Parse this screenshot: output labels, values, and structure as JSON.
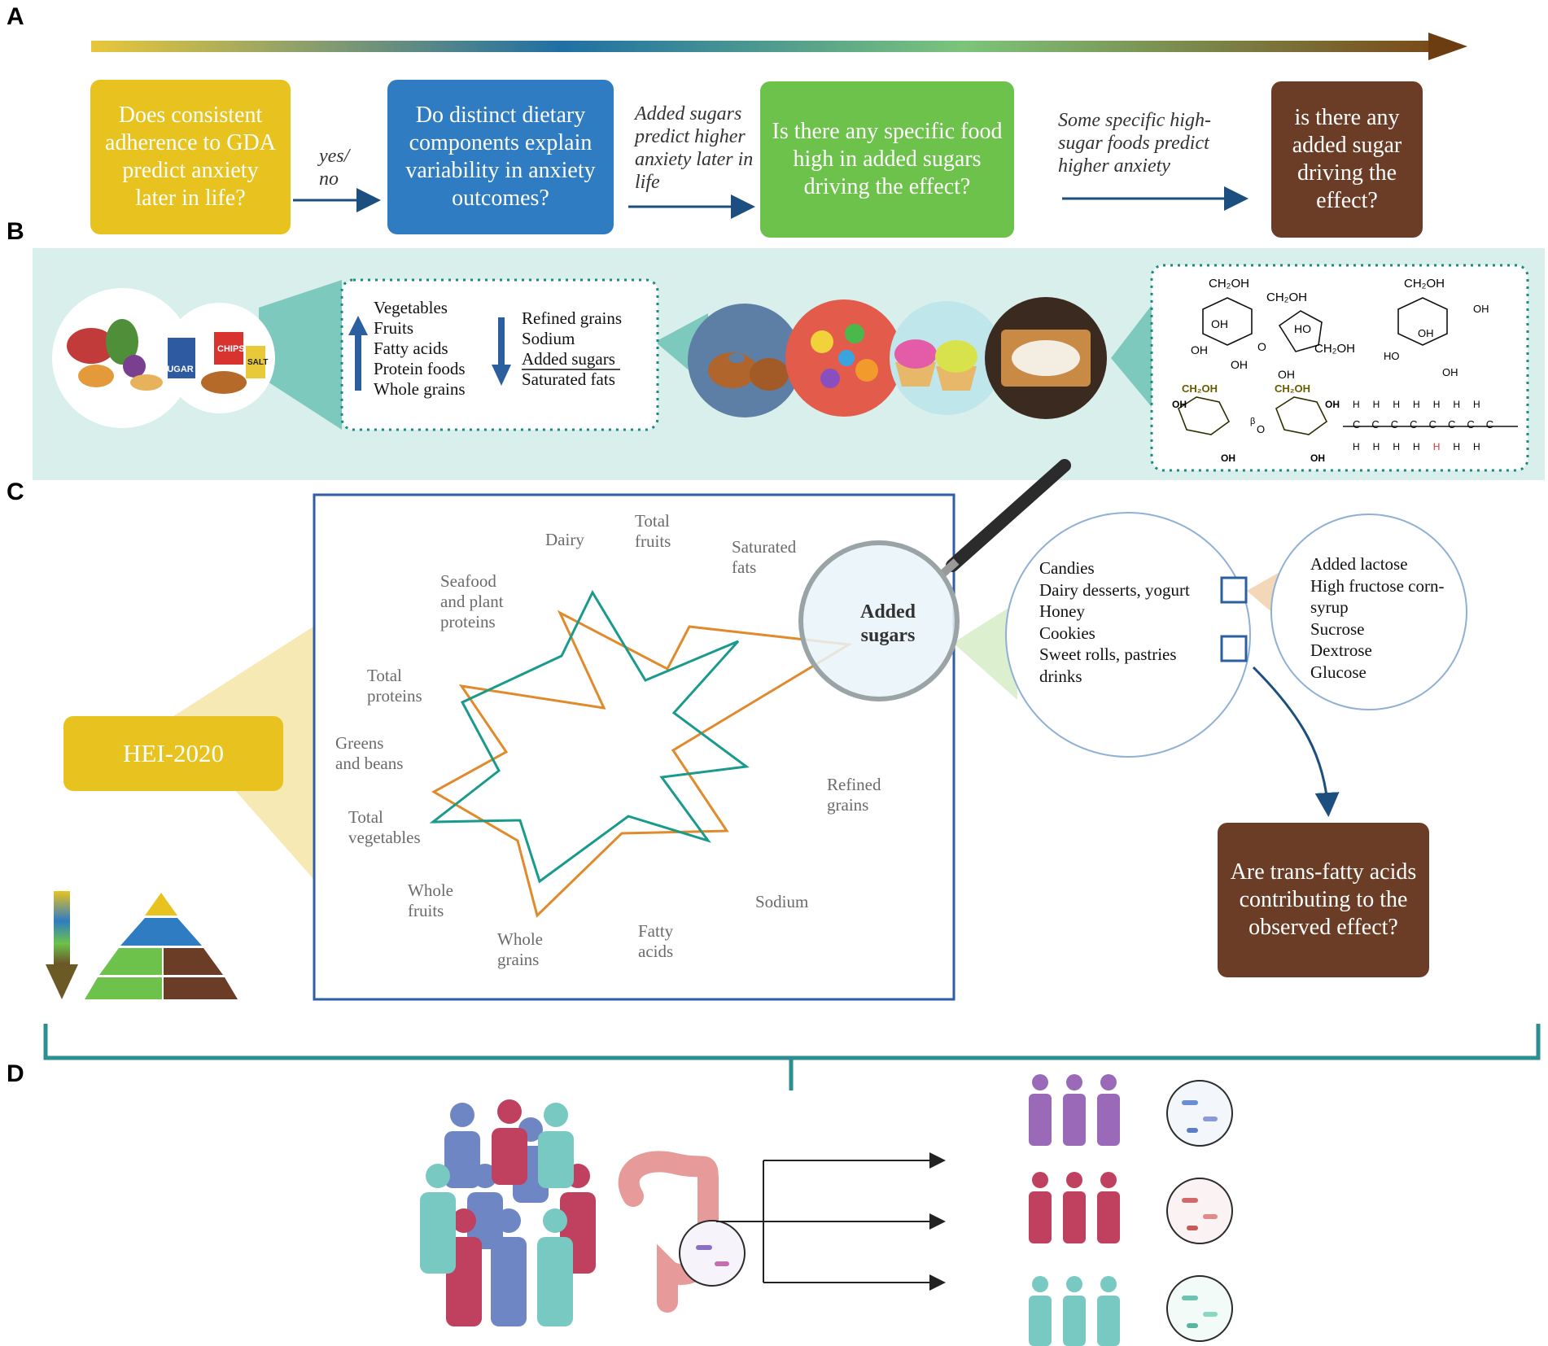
{
  "panels": {
    "a": "A",
    "b": "B",
    "c": "C",
    "d": "D"
  },
  "panel_a": {
    "q1": "Does consistent adherence to GDA predict anxiety later in life?",
    "link1": "yes/ no",
    "q2": "Do distinct dietary components explain variability in anxiety outcomes?",
    "link2": "Added sugars predict higher anxiety later in life",
    "q3": "Is there any specific food high in added sugars driving the effect?",
    "link3": "Some specific high-sugar foods predict higher anxiety",
    "q4": "is there any added sugar driving the effect?",
    "colors": {
      "q1": "#e8c31f",
      "q2": "#2f7cc2",
      "q3": "#6cc24a",
      "q4": "#6b3d26"
    }
  },
  "panel_b": {
    "up_items": [
      "Vegetables",
      "Fruits",
      "Fatty acids",
      "Protein foods",
      "Whole grains"
    ],
    "down_items": [
      "Refined grains",
      "Sodium",
      "Added sugars",
      "Saturated fats"
    ],
    "food_labels": [
      "SUGAR",
      "CHIPS",
      "SALT"
    ],
    "chem": [
      "CH₂OH",
      "OH",
      "HO",
      "O",
      "H",
      "C",
      "β"
    ]
  },
  "panel_c": {
    "hei": "HEI-2020",
    "radar_labels": {
      "dairy": "Dairy",
      "total_fruits": "Total\nfruits",
      "saturated_fats": "Saturated\nfats",
      "seafood": "Seafood\nand plant\nproteins",
      "total_proteins": "Total\nproteins",
      "greens": "Greens\nand beans",
      "total_veg": "Total\nvegetables",
      "whole_fruits": "Whole\nfruits",
      "whole_grains": "Whole\ngrains",
      "fatty_acids": "Fatty\nacids",
      "sodium": "Sodium",
      "refined_grains": "Refined\ngrains"
    },
    "magnifier_label": "Added\nsugars",
    "foods": [
      "Candies",
      "Dairy desserts, yogurt",
      "Honey",
      "Cookies",
      "Sweet rolls, pastries",
      "drinks"
    ],
    "sugars": [
      "Added lactose",
      "High fructose corn-\nsyrup",
      "Sucrose",
      "Dextrose",
      "Glucose"
    ],
    "trans_q": "Are trans-fatty acids contributing to the observed effect?",
    "series_colors": {
      "orange": "#e08a2c",
      "teal": "#1a9a8c"
    }
  }
}
